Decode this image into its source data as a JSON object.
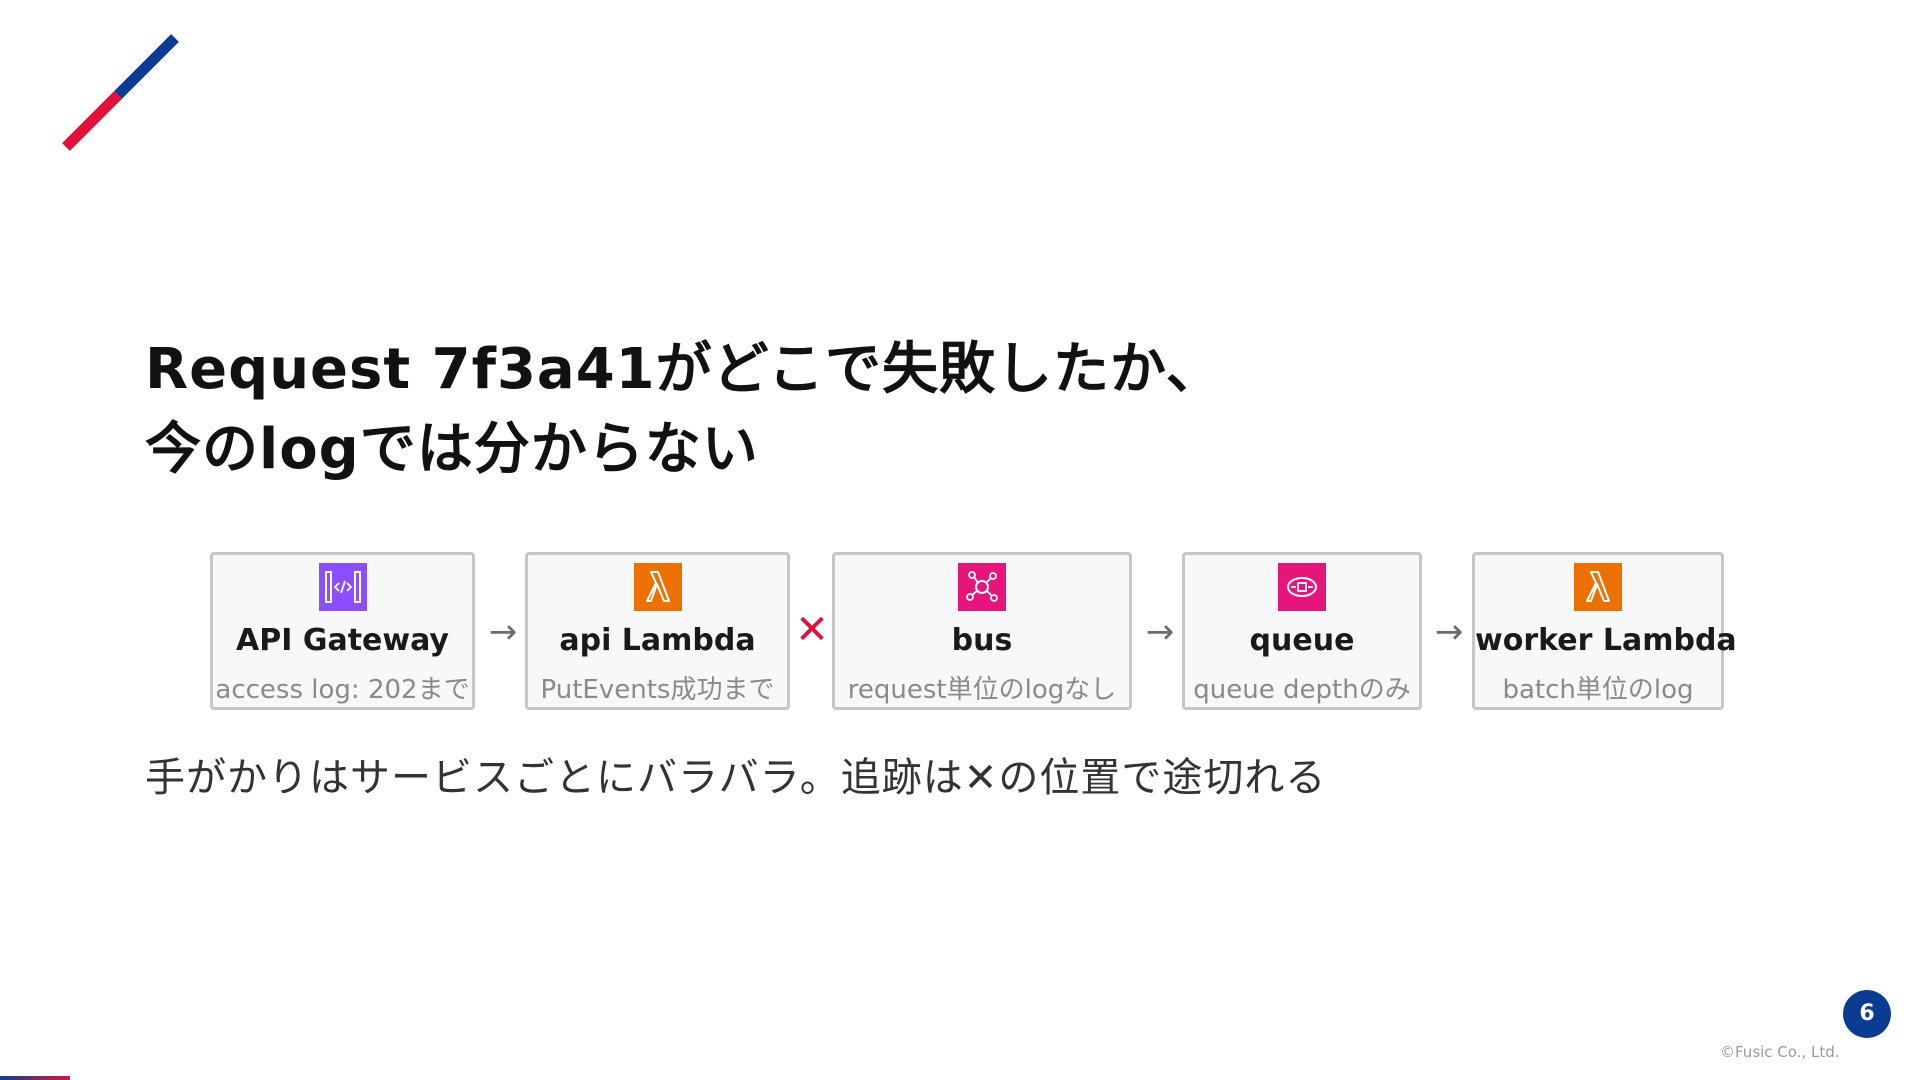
{
  "slide": {
    "title_line1": "Request 7f3a41がどこで失敗したか、",
    "title_line2": "今のlogでは分からない",
    "caption": "手がかりはサービスごとにバラバラ。追跡は✕の位置で途切れる",
    "page_number": "6",
    "copyright": "©Fusic Co., Ltd."
  },
  "colors": {
    "brand_blue": "#0a3d91",
    "brand_red": "#e0123c",
    "api_gateway_purple": "#8c4fff",
    "lambda_orange": "#ed7100",
    "eventbridge_pink": "#e7157b",
    "sqs_pink": "#e7157b",
    "connector_gray": "#6c6c6c",
    "break_red": "#e0123c"
  },
  "flow": {
    "nodes": [
      {
        "name": "API Gateway",
        "note": "access log: 202まで",
        "icon": "api-gateway-icon"
      },
      {
        "name": "api Lambda",
        "note": "PutEvents成功まで",
        "icon": "lambda-icon"
      },
      {
        "name": "bus",
        "note": "request単位のlogなし",
        "icon": "eventbridge-icon"
      },
      {
        "name": "queue",
        "note": "queue depthのみ",
        "icon": "sqs-icon"
      },
      {
        "name": "worker Lambda",
        "note": "batch単位のlog",
        "icon": "lambda-icon"
      }
    ],
    "connectors": [
      {
        "symbol": "→",
        "kind": "arrow"
      },
      {
        "symbol": "✕",
        "kind": "break"
      },
      {
        "symbol": "→",
        "kind": "arrow"
      },
      {
        "symbol": "→",
        "kind": "arrow"
      }
    ]
  }
}
